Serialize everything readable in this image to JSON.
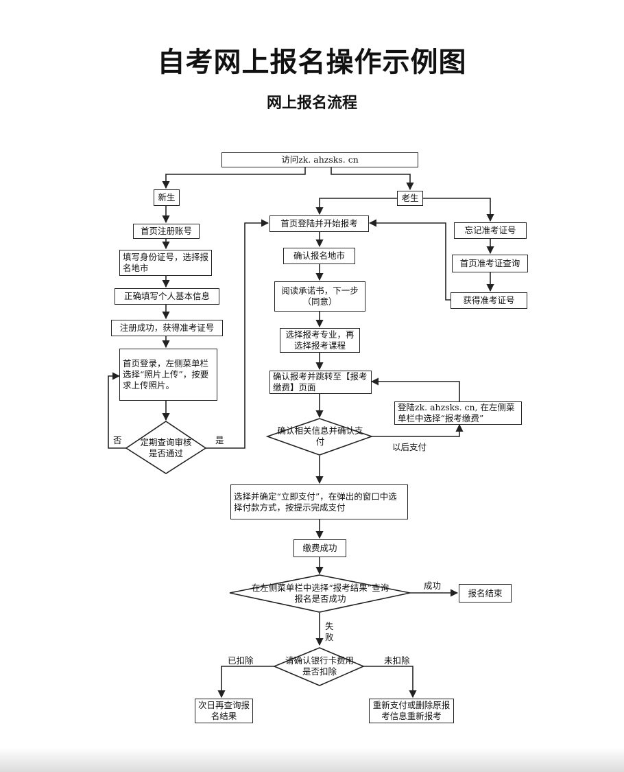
{
  "page": {
    "title": "自考网上报名操作示例图",
    "subtitle": "网上报名流程"
  },
  "nodes": {
    "visit": "访问zk. ahzsks. cn",
    "new": "新生",
    "old": "老生",
    "register": "首页注册账号",
    "fill_id": "填写身份证号，选择报名地市",
    "basic_info": "正确填写个人基本信息",
    "reg_success": "注册成功，获得准考证号",
    "upload_photo": "首页登录，左侧菜单栏选择“照片上传”，按要求上传照片。",
    "check_review": "定期查询审核是否通过",
    "login_start": "首页登陆并开始报考",
    "confirm_city": "确认报名地市",
    "read_promise": "阅读承诺书，下一步（同意）",
    "select_major": "选择报考专业，再选择报考课程",
    "confirm_jump": "确认报考并跳转至【报考缴费】页面",
    "confirm_info": "确认相关信息并确认支付",
    "forgot_id": "忘记准考证号",
    "query_id": "首页准考证查询",
    "get_id": "获得准考证号",
    "later_login": "登陆zk. ahzsks. cn, 在左侧菜单栏中选择“报考缴费”",
    "pay_now": "选择并确定“立即支付”，在弹出的窗口中选择付款方式，按提示完成支付",
    "pay_success": "缴费成功",
    "check_result": "在左侧菜单栏中选择“报考结果”查询报名是否成功",
    "reg_done": "报名结束",
    "bank_check": "请确认银行卡费用是否扣除",
    "next_day": "次日再查询报名结果",
    "repay": "重新支付或删除原报考信息重新报考"
  },
  "edges": {
    "no": "否",
    "yes": "是",
    "later_pay": "以后支付",
    "success": "成功",
    "fail": "失败",
    "deducted": "已扣除",
    "not_deducted": "未扣除"
  }
}
